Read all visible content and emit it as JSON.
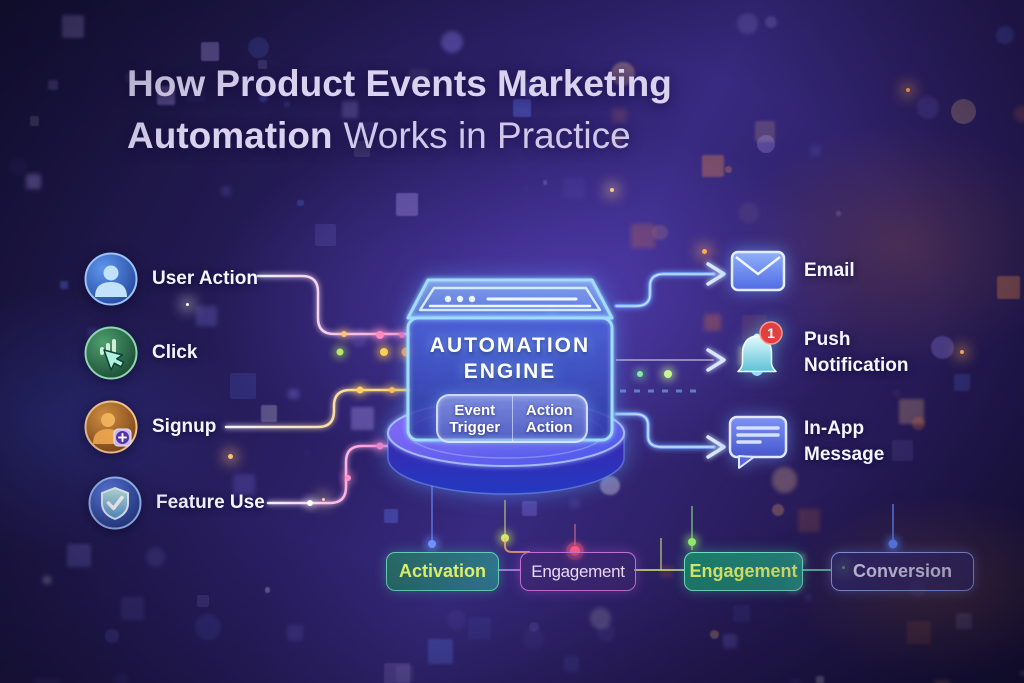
{
  "title": {
    "line1": "How Product Events Marketing",
    "line2_bold": "Automation",
    "line2_rest": "Works in Practice"
  },
  "inputs": [
    {
      "label": "User Action",
      "icon": "user-icon"
    },
    {
      "label": "Click",
      "icon": "click-cursor-icon"
    },
    {
      "label": "Signup",
      "icon": "user-add-icon"
    },
    {
      "label": "Feature Use",
      "icon": "shield-check-icon"
    }
  ],
  "engine": {
    "name_line1": "AUTOMATION",
    "name_line2": "ENGINE",
    "pill": {
      "left_line1": "Event",
      "left_line2": "Trigger",
      "right_line1": "Action",
      "right_line2": "Action"
    }
  },
  "outputs": [
    {
      "line1": "Email",
      "line2": "",
      "icon": "email-icon"
    },
    {
      "line1": "Push",
      "line2": "Notification",
      "icon": "bell-icon",
      "badge": "1"
    },
    {
      "line1": "In-App",
      "line2": "Message",
      "icon": "chat-bubble-icon"
    }
  ],
  "stages": [
    {
      "label": "Activation"
    },
    {
      "label": "Engagement"
    },
    {
      "label": "Engagement"
    },
    {
      "label": "Conversion"
    }
  ],
  "colors": {
    "background_purple": "#2c2068",
    "engine_edge_glow": "#9fdcff",
    "arrow_blue": "#74a8ff",
    "stage_activation_text": "#dff06a",
    "stage_engagement_light_text": "#eadcf6",
    "stage_conversion_text": "#dcd8fa",
    "push_badge_red": "#e84848"
  }
}
